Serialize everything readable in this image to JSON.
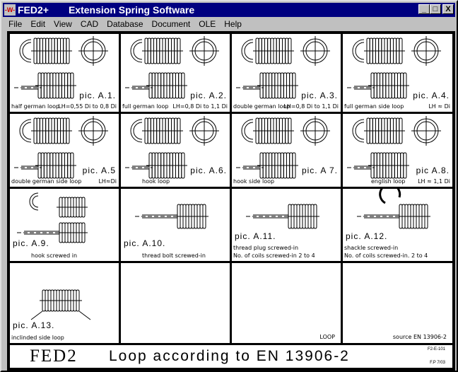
{
  "window": {
    "app": "FED2+",
    "title": "Extension Spring Software",
    "icon": "spring-icon",
    "buttons": [
      "_",
      "□",
      "X"
    ]
  },
  "menu": [
    "File",
    "Edit",
    "View",
    "CAD",
    "Database",
    "Document",
    "OLE",
    "Help"
  ],
  "cells": [
    {
      "pic": "pic. A.1.",
      "label": "half german loop",
      "note": "LH=0,55 Di to 0,8 Di",
      "kind": "half"
    },
    {
      "pic": "pic. A.2.",
      "label": "full german loop",
      "note": "LH=0,8 Di to 1,1 Di",
      "kind": "full"
    },
    {
      "pic": "pic. A.3.",
      "label": "double german loop",
      "note": "LH=0,8 Di to 1,1 Di",
      "kind": "double"
    },
    {
      "pic": "pic. A.4.",
      "label": "full german side loop",
      "note": "LH ≈ Di",
      "kind": "side"
    },
    {
      "pic": "pic. A.5",
      "label": "double german side loop",
      "note": "LH≈Di",
      "kind": "dside"
    },
    {
      "pic": "pic. A.6.",
      "label": "hook loop",
      "note": "",
      "kind": "hook"
    },
    {
      "pic": "pic. A 7.",
      "label": "hook side loop",
      "note": "",
      "kind": "hookside"
    },
    {
      "pic": "pic A.8.",
      "label": "english loop",
      "note": "LH ≈ 1,1 Di",
      "kind": "english"
    },
    {
      "pic": "pic. A.9.",
      "label": "hook screwed in",
      "note": "",
      "kind": "screwhook"
    },
    {
      "pic": "pic. A.10.",
      "label": "thread bolt screwed-in",
      "note": "",
      "kind": "bolt"
    },
    {
      "pic": "pic. A.11.",
      "label": "thread plug screwed-in",
      "note": "No. of coils screwed-in   2 to 4",
      "kind": "plug"
    },
    {
      "pic": "pic. A.12.",
      "label": "shackle screwed-in",
      "note": "No. of coils screwed-in.  2 to 4",
      "kind": "shackle"
    },
    {
      "pic": "pic. A.13.",
      "label": "inclinded side loop",
      "note": "",
      "kind": "inclined"
    },
    {
      "pic": "",
      "label": "",
      "note": "",
      "kind": "empty"
    },
    {
      "pic": "",
      "label": "LOOP",
      "note": "",
      "kind": "empty"
    },
    {
      "pic": "",
      "label": "source  EN 13906-2",
      "note": "",
      "kind": "empty"
    }
  ],
  "footer": {
    "logo": "FED2",
    "title": "Loop according to EN 13906-2",
    "code1": "F2-E-101",
    "code2": "F.P 7/03"
  }
}
